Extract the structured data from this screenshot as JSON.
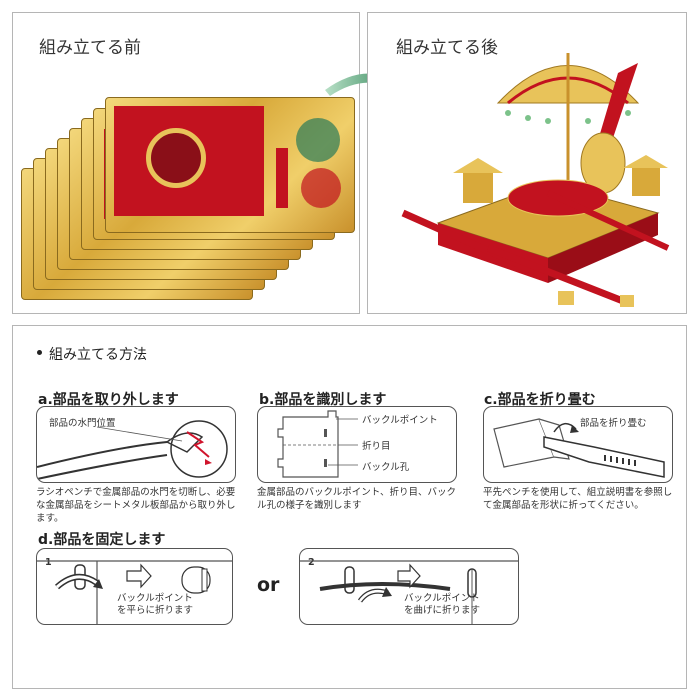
{
  "top": {
    "before_title": "組み立てる前",
    "after_title": "組み立てる後"
  },
  "method": {
    "title": "組み立てる方法",
    "step_a": {
      "title": "a.部品を取り外します",
      "label": "部品の水門位置",
      "caption": "ラシオペンチで金属部品の水門を切断し、必要な金属部品をシートメタル板部品から取り外します。"
    },
    "step_b": {
      "title": "b.部品を識別します",
      "label_buckle_point": "バックルポイント",
      "label_fold": "折り目",
      "label_hole": "バックル孔",
      "caption": "金属部品のバックルポイント、折り目、バックル孔の様子を識別します"
    },
    "step_c": {
      "title": "c.部品を折り畳む",
      "label": "部品を折り畳む",
      "caption": "平先ペンチを使用して、組立説明書を参照して金属部品を形状に折ってください。"
    },
    "step_d": {
      "title": "d.部品を固定します",
      "option1_num": "1",
      "option1_text": "バックルポイント\nを平らに折ります",
      "or_text": "or",
      "option2_num": "2",
      "option2_text": "バックルポイント\nを曲げに折ります"
    }
  },
  "colors": {
    "red": "#c2121f",
    "gold": "#d8a93a",
    "arrow_green": "#2e8b57"
  }
}
